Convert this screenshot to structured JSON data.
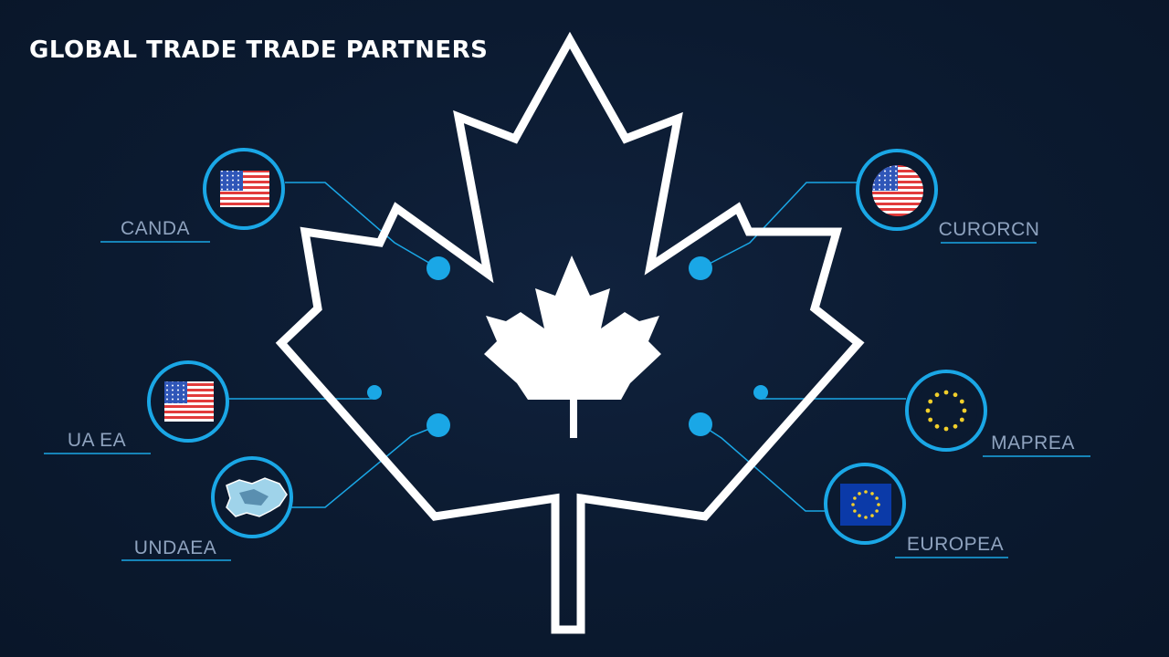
{
  "title": "GLOBAL TRADE TRADE PARTNERS",
  "colors": {
    "background": "#0b1a30",
    "outline": "#ffffff",
    "accent": "#1aa7e6",
    "label": "#8fa3bf",
    "eu_blue": "#0b3aa8",
    "eu_star": "#f2cf2a"
  },
  "center_icon": "maple-leaf-icon",
  "partners": [
    {
      "label": "CANDA",
      "icon": "us-flag-icon"
    },
    {
      "label": "UA EA",
      "icon": "us-flag-icon"
    },
    {
      "label": "UNDAEA",
      "icon": "map-icon"
    },
    {
      "label": "CURORCN",
      "icon": "us-flag-round-icon"
    },
    {
      "label": "MAPREA",
      "icon": "eu-stars-icon"
    },
    {
      "label": "EUROPEA",
      "icon": "eu-flag-icon"
    }
  ]
}
